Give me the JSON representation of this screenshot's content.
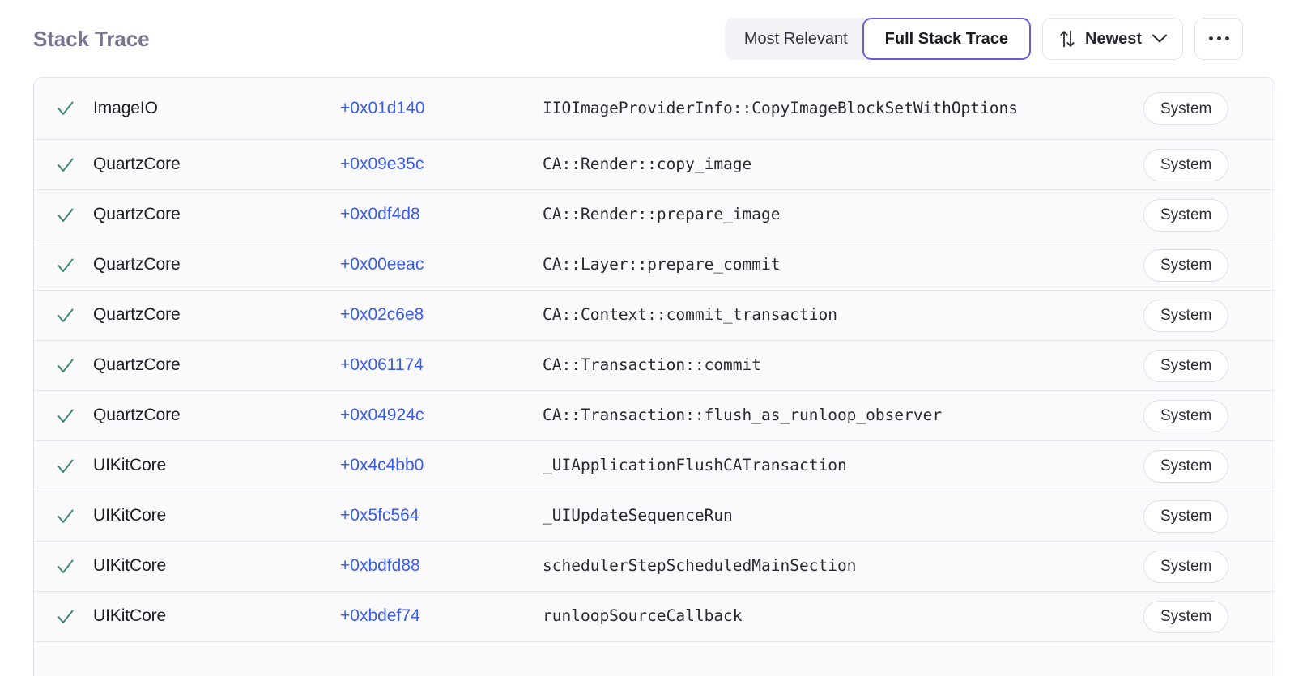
{
  "header": {
    "title": "Stack Trace",
    "segmented": {
      "options": [
        {
          "label": "Most Relevant",
          "active": false
        },
        {
          "label": "Full Stack Trace",
          "active": true
        }
      ]
    },
    "sort": {
      "icon": "sort-arrows-icon",
      "label": "Newest",
      "chevron": "chevron-down-icon"
    },
    "more": {
      "icon": "ellipsis-icon",
      "label": "..."
    }
  },
  "colors": {
    "accent_purple": "#6c5bd4",
    "title_purple": "#7b7490",
    "address_blue": "#3a5cea",
    "check_green": "#3f8a6b",
    "row_background": "#fafafc",
    "row_divider": "#e6e4ec",
    "segment_inactive_bg": "#f3f2f7"
  },
  "table": {
    "columns": [
      "status",
      "binary",
      "address",
      "symbol",
      "origin"
    ],
    "rows": [
      {
        "status": "check",
        "binary": "ImageIO",
        "address": "+0x01d140",
        "symbol": "IIOImageProviderInfo::CopyImageBlockSetWithOptions",
        "badge": "System",
        "wrapped": true
      },
      {
        "status": "check",
        "binary": "QuartzCore",
        "address": "+0x09e35c",
        "symbol": "CA::Render::copy_image",
        "badge": "System",
        "wrapped": false
      },
      {
        "status": "check",
        "binary": "QuartzCore",
        "address": "+0x0df4d8",
        "symbol": "CA::Render::prepare_image",
        "badge": "System",
        "wrapped": false
      },
      {
        "status": "check",
        "binary": "QuartzCore",
        "address": "+0x00eeac",
        "symbol": "CA::Layer::prepare_commit",
        "badge": "System",
        "wrapped": false
      },
      {
        "status": "check",
        "binary": "QuartzCore",
        "address": "+0x02c6e8",
        "symbol": "CA::Context::commit_transaction",
        "badge": "System",
        "wrapped": false
      },
      {
        "status": "check",
        "binary": "QuartzCore",
        "address": "+0x061174",
        "symbol": "CA::Transaction::commit",
        "badge": "System",
        "wrapped": false
      },
      {
        "status": "check",
        "binary": "QuartzCore",
        "address": "+0x04924c",
        "symbol": "CA::Transaction::flush_as_runloop_observer",
        "badge": "System",
        "wrapped": false
      },
      {
        "status": "check",
        "binary": "UIKitCore",
        "address": "+0x4c4bb0",
        "symbol": "_UIApplicationFlushCATransaction",
        "badge": "System",
        "wrapped": false
      },
      {
        "status": "check",
        "binary": "UIKitCore",
        "address": "+0x5fc564",
        "symbol": "_UIUpdateSequenceRun",
        "badge": "System",
        "wrapped": false
      },
      {
        "status": "check",
        "binary": "UIKitCore",
        "address": "+0xbdfd88",
        "symbol": "schedulerStepScheduledMainSection",
        "badge": "System",
        "wrapped": false
      },
      {
        "status": "check",
        "binary": "UIKitCore",
        "address": "+0xbdef74",
        "symbol": "runloopSourceCallback",
        "badge": "System",
        "wrapped": false
      }
    ]
  }
}
